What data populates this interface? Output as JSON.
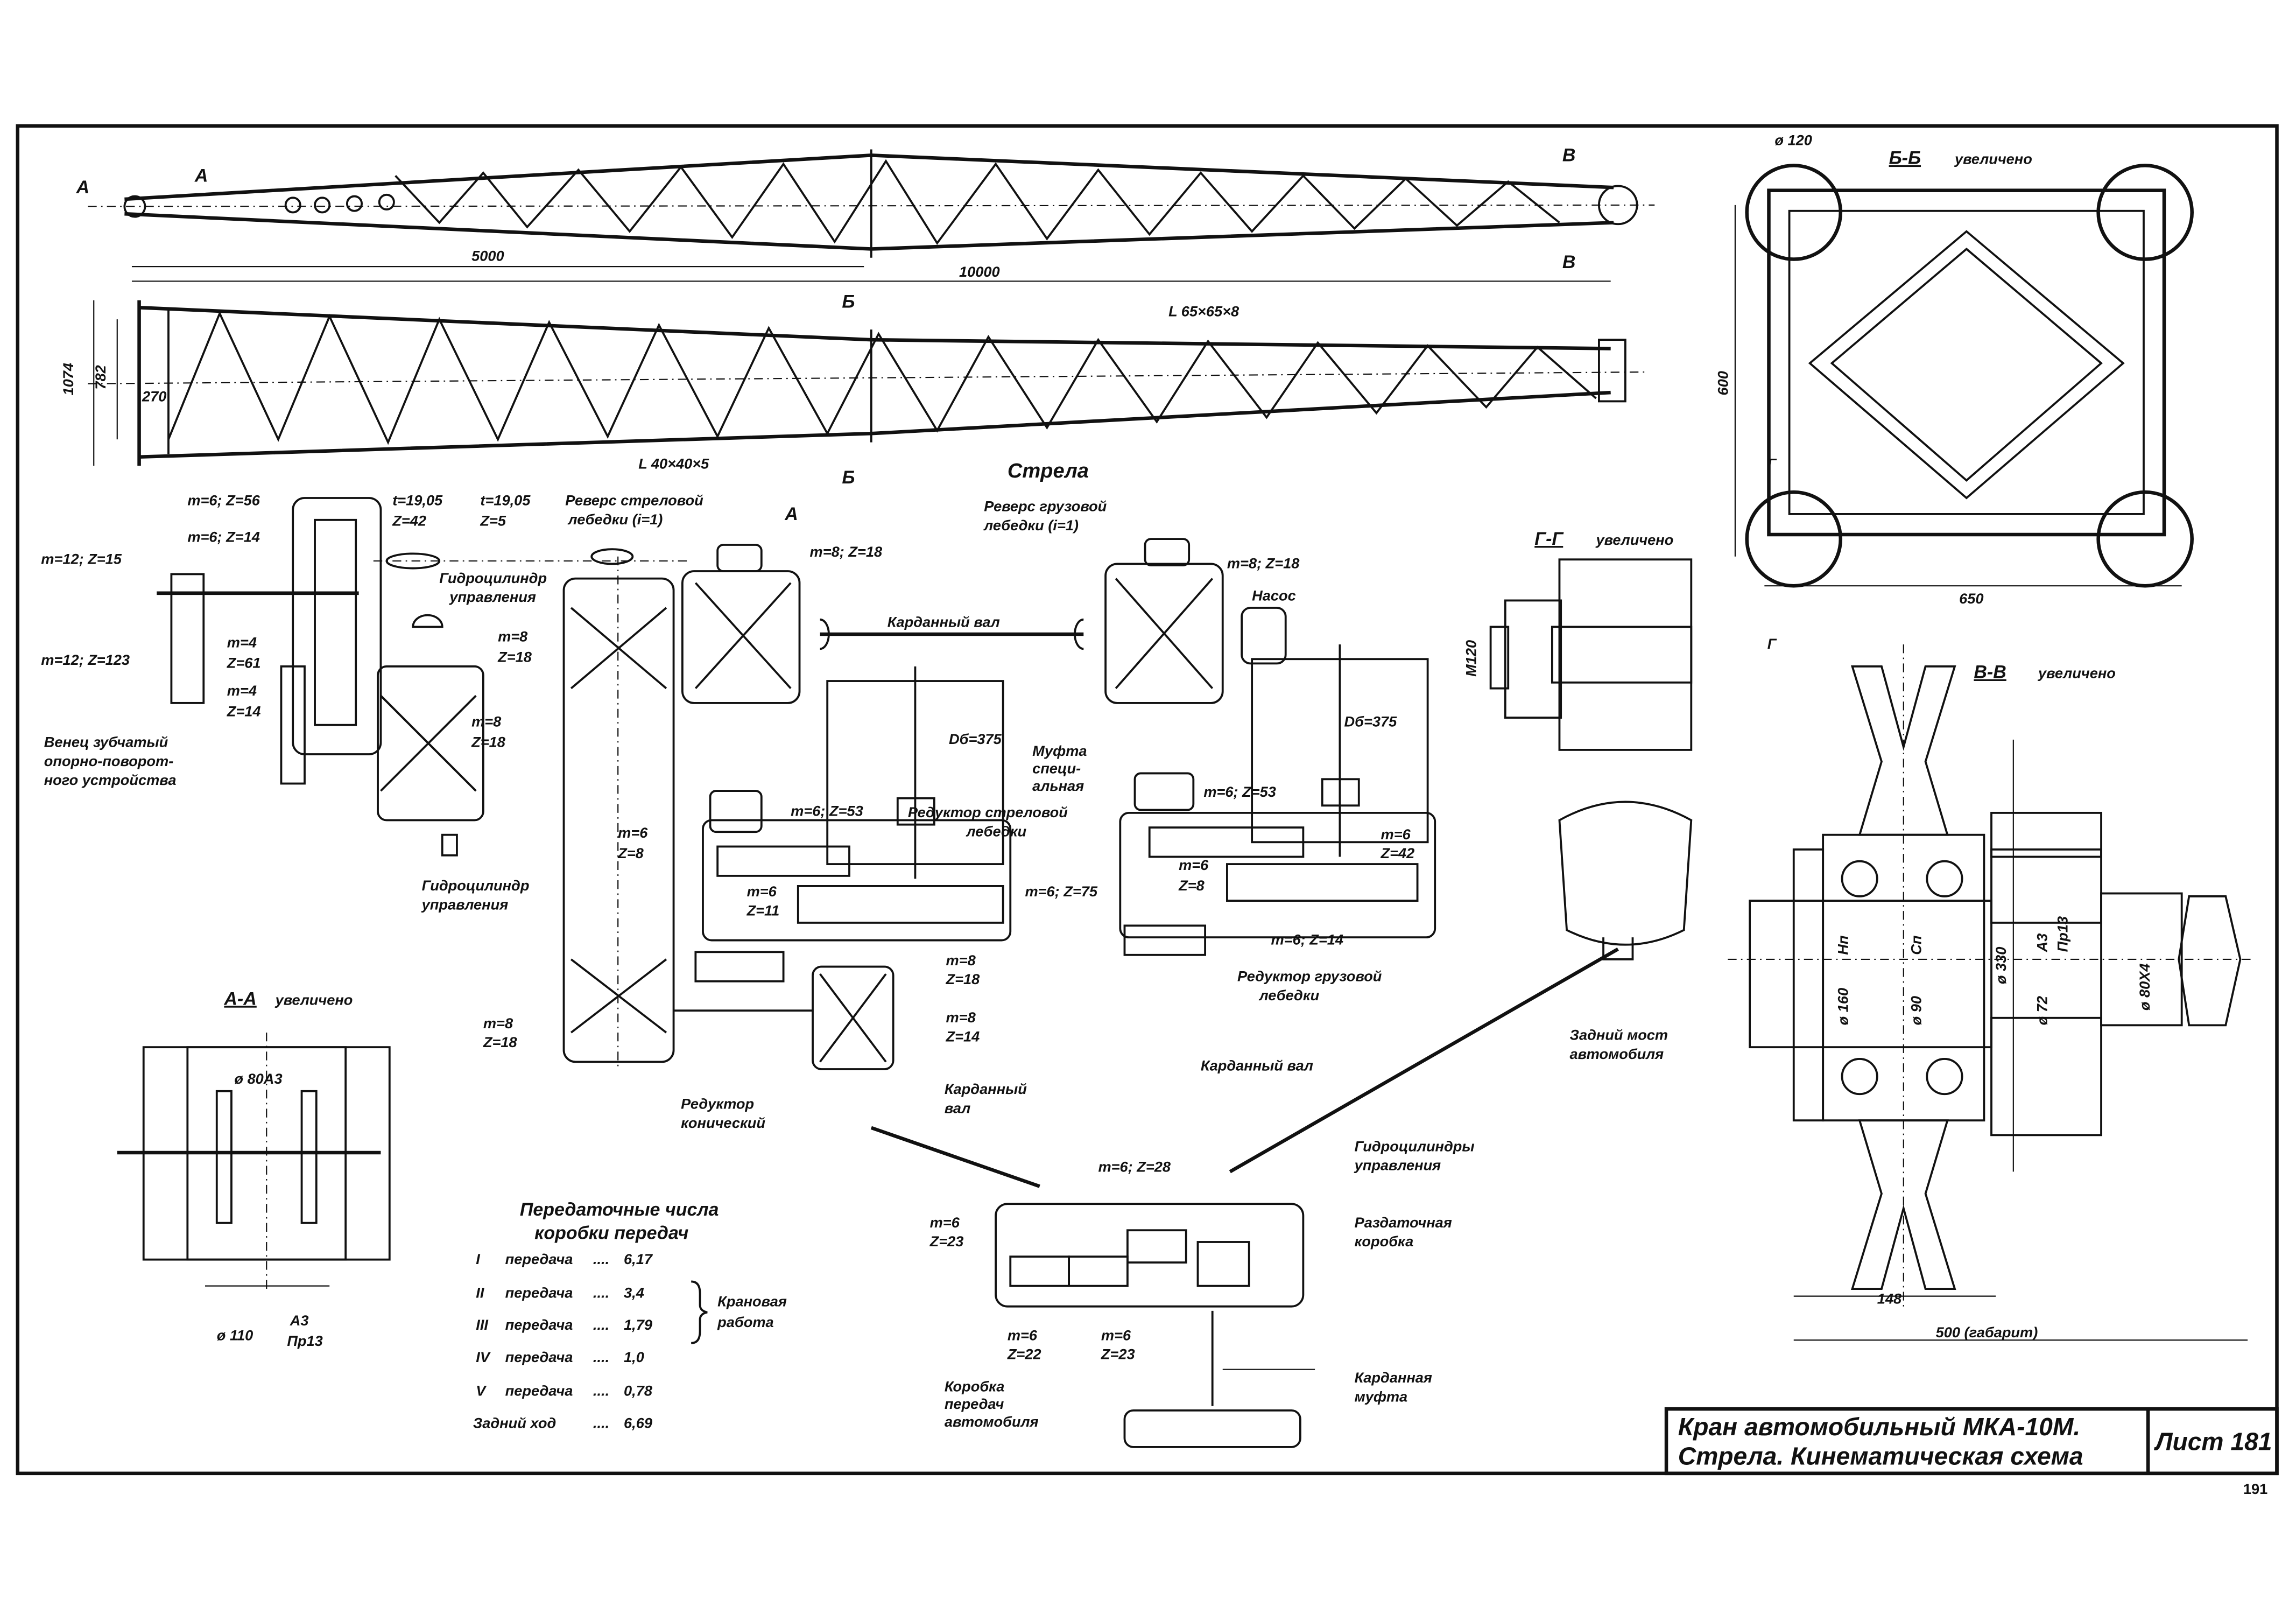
{
  "title_block": {
    "line1": "Кран автомобильный МКА-10М.",
    "line2": "Стрела. Кинематическая схема",
    "sheet": "Лист 181",
    "page_number": "191"
  },
  "boom": {
    "title": "Стрела",
    "section_a": "A",
    "section_b": "Б",
    "section_v": "В",
    "dim_5000": "5000",
    "dim_10000": "10000",
    "dim_1074": "1074",
    "dim_782": "782",
    "dim_270": "270",
    "angle_large": "L 65×65×8",
    "angle_small": "L 40×40×5"
  },
  "section_bb": {
    "title": "Б-Б",
    "suffix": "увеличено",
    "dia": "ø 120",
    "dim_600": "600",
    "dim_650": "650",
    "mark": "Г"
  },
  "section_gg": {
    "title": "Г-Г",
    "suffix": "увеличено",
    "thread": "M120"
  },
  "section_vv": {
    "title": "В-В",
    "suffix": "увеличено",
    "d160": "ø 160",
    "d90": "ø 90",
    "hn": "Нп",
    "cn": "Сп",
    "d330": "ø 330",
    "d72": "ø 72",
    "fit_num": "A3",
    "fit_den": "Пр13",
    "d80": "ø 80Х4",
    "dim_148": "148",
    "dim_500": "500 (габарит)"
  },
  "section_aa": {
    "title": "A-A",
    "suffix": "увеличено",
    "d80": "ø 80A3",
    "d110": "ø 110",
    "fit_num": "A3",
    "fit_den": "Пр13"
  },
  "labels": {
    "m6z56": "m=6; Z=56",
    "m6z14a": "m=6; Z=14",
    "m12z15": "m=12; Z=15",
    "m12z123": "m=12; Z=123",
    "m4": "m=4",
    "z61": "Z=61",
    "z14": "Z=14",
    "ring1": "Венец зубчатый",
    "ring2": "опорно-поворот-",
    "ring3": "ного устройства",
    "t1": "t=19,05",
    "z42": "Z=42",
    "t2": "t=19,05",
    "z5": "Z=5",
    "hyd1": "Гидроцилиндр",
    "hyd2": "управления",
    "m8": "m=8",
    "z18": "Z=18",
    "rev_boom1": "Реверс стреловой",
    "rev_boom2": "лебедки (i=1)",
    "mark_a": "A",
    "m8z18": "m=8; Z=18",
    "cardan": "Карданный вал",
    "rev_load1": "Реверс грузовой",
    "rev_load2": "лебедки (i=1)",
    "pump": "Насос",
    "drum": "Dб=375",
    "clutch1": "Муфта",
    "clutch2": "специ-",
    "clutch3": "альная",
    "m6z53": "m=6; Z=53",
    "red_boom1": "Редуктор стреловой",
    "red_boom2": "лебедки",
    "m6": "m=6",
    "z42b": "Z=42",
    "z8": "Z=8",
    "z11": "Z=11",
    "m6z75": "m=6; Z=75",
    "m6z14": "m=6; Z=14",
    "red_load1": "Редуктор грузовой",
    "red_load2": "лебедки",
    "z14b": "Z=14",
    "red_con1": "Редуктор",
    "red_con2": "конический",
    "cardan2a": "Карданный",
    "cardan2b": "вал",
    "axle1": "Задний мост",
    "axle2": "автомобиля",
    "hyds1": "Гидроцилиндры",
    "hyds2": "управления",
    "transfer1": "Раздаточная",
    "transfer2": "коробка",
    "m6z28": "m=6; Z=28",
    "z23": "Z=23",
    "z22": "Z=22",
    "cmuf1": "Карданная",
    "cmuf2": "муфта",
    "gb1": "Коробка",
    "gb2": "передач",
    "gb3": "автомобиля"
  },
  "gear_ratios": {
    "title1": "Передаточные числа",
    "title2": "коробки передач",
    "rows": [
      {
        "num": "I",
        "label": "передача",
        "value": "6,17"
      },
      {
        "num": "II",
        "label": "передача",
        "value": "3,4"
      },
      {
        "num": "III",
        "label": "передача",
        "value": "1,79"
      },
      {
        "num": "IV",
        "label": "передача",
        "value": "1,0"
      },
      {
        "num": "V",
        "label": "передача",
        "value": "0,78"
      },
      {
        "num": "",
        "label": "Задний ход",
        "value": "6,69"
      }
    ],
    "crane_work1": "Крановая",
    "crane_work2": "работа"
  }
}
